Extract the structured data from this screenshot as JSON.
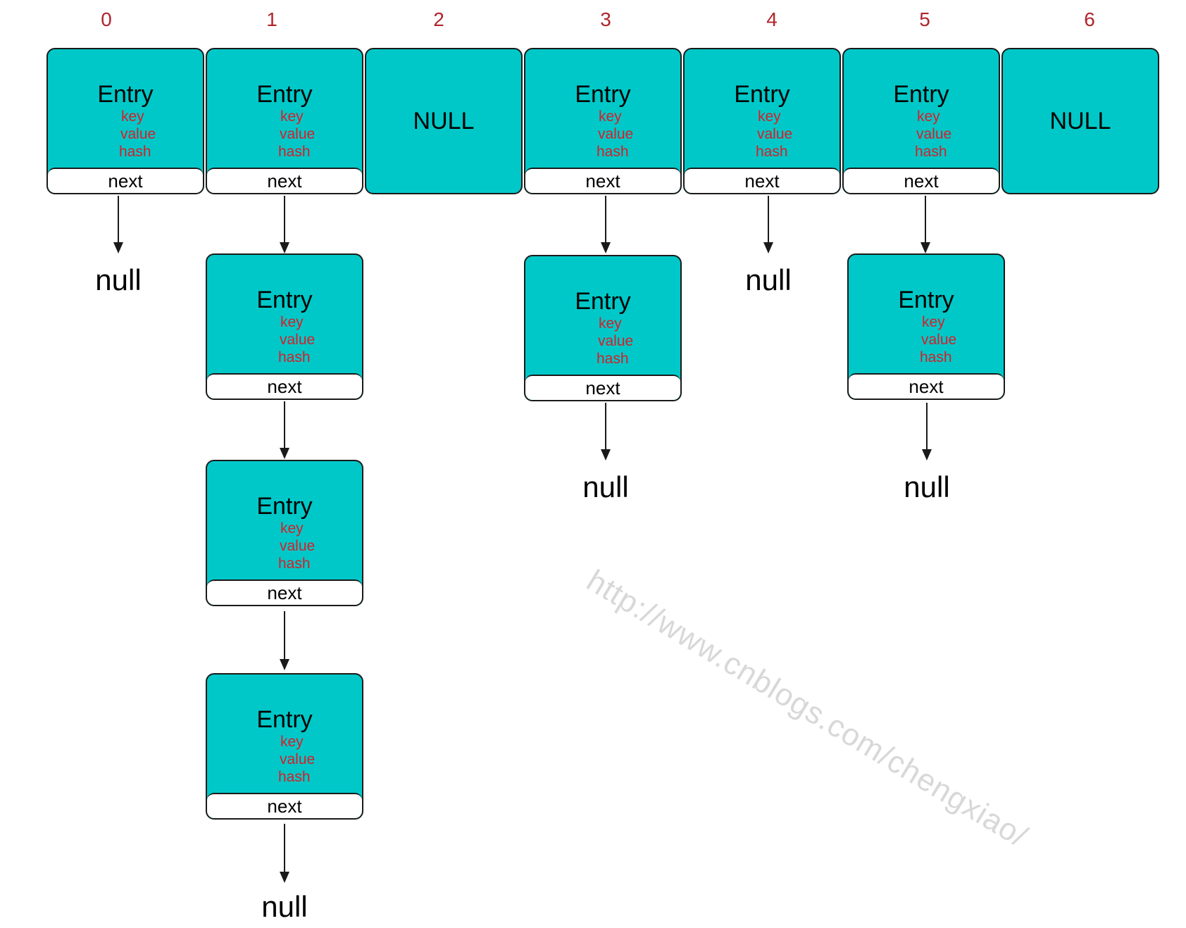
{
  "indices": [
    "0",
    "1",
    "2",
    "3",
    "4",
    "5",
    "6"
  ],
  "entry": {
    "title": "Entry",
    "key": "key",
    "value": "value",
    "hash": "hash",
    "next": "next"
  },
  "empty_slot": "NULL",
  "chain_end": "null",
  "watermark": "http://www.cnblogs.com/chengxiao/",
  "buckets": [
    {
      "index": "0",
      "slot": "entry",
      "chain_length": 0
    },
    {
      "index": "1",
      "slot": "entry",
      "chain_length": 3
    },
    {
      "index": "2",
      "slot": "NULL",
      "chain_length": 0
    },
    {
      "index": "3",
      "slot": "entry",
      "chain_length": 1
    },
    {
      "index": "4",
      "slot": "entry",
      "chain_length": 0
    },
    {
      "index": "5",
      "slot": "entry",
      "chain_length": 1
    },
    {
      "index": "6",
      "slot": "NULL",
      "chain_length": 0
    }
  ],
  "colors": {
    "cell_fill": "#00c8c8",
    "field_text": "#d4202a",
    "index_text": "#b0242c",
    "outline": "#1a1a1a"
  }
}
